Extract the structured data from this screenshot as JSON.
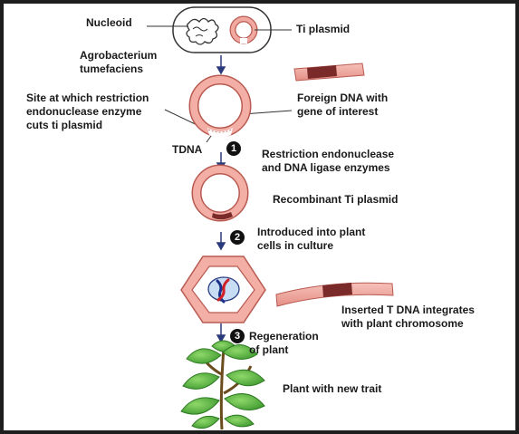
{
  "labels": {
    "nucleoid": "Nucleoid",
    "ti_plasmid": "Ti plasmid",
    "agrobacterium_line1": "Agrobacterium",
    "agrobacterium_line2": "tumefaciens",
    "site_line1": "Site at which restriction",
    "site_line2": "endonuclease enzyme",
    "site_line3": "cuts ti plasmid",
    "foreign_line1": "Foreign DNA with",
    "foreign_line2": "gene of interest",
    "tdna": "TDNA",
    "enzymes_line1": "Restriction endonuclease",
    "enzymes_line2": "and DNA ligase enzymes",
    "recombinant": "Recombinant Ti plasmid",
    "introduced_line1": "Introduced into plant",
    "introduced_line2": "cells in culture",
    "inserted_line1": "Inserted T DNA integrates",
    "inserted_line2": "with plant chromosome",
    "regeneration_line1": "Regeneration",
    "regeneration_line2": "of plant",
    "new_trait": "Plant with new trait"
  },
  "steps": [
    "1",
    "2",
    "3"
  ],
  "colors": {
    "plasmid_ring": "#f0a8a0",
    "ring_outline": "#b85a50",
    "gene_segment": "#7a2a28",
    "arrow": "#2a3a7a",
    "chromosome_red": "#d01f25",
    "chromosome_blue": "#1c2f8a",
    "leaf_green": "#5fb548",
    "stem_brown": "#6b4c1e"
  }
}
